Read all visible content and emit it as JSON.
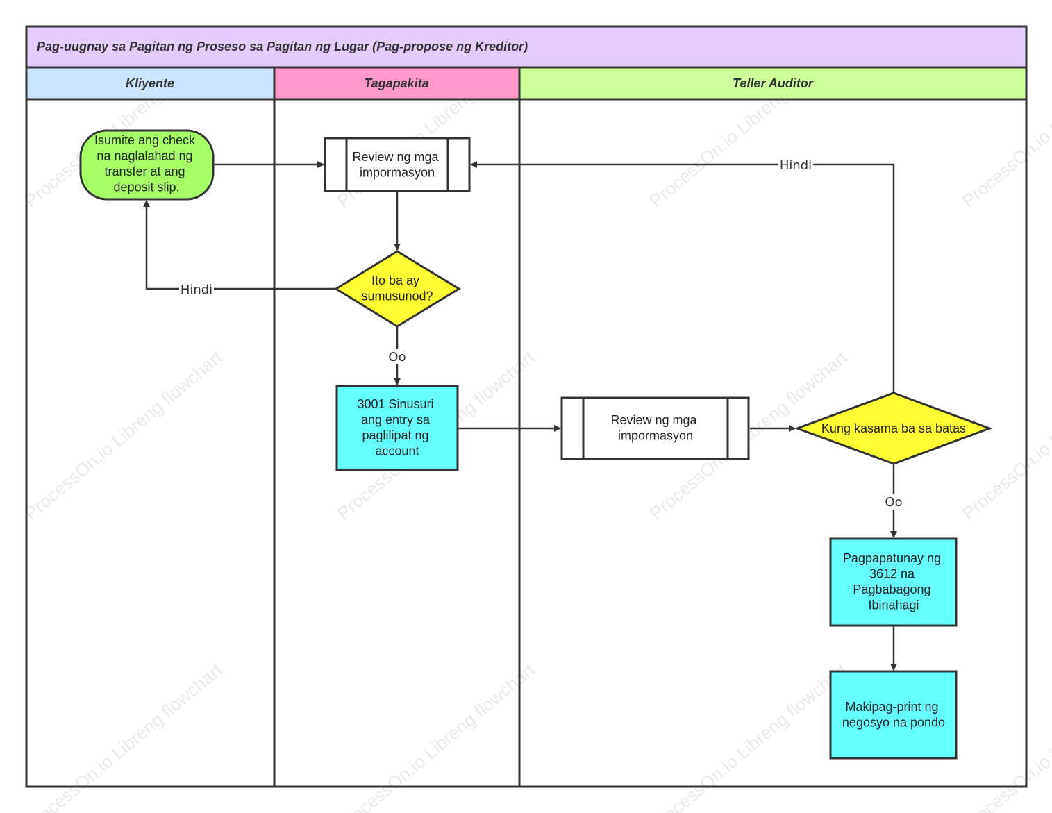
{
  "title": "Pag-uugnay sa Pagitan ng Proseso sa Pagitan ng Lugar (Pag-propose ng Kreditor)",
  "lanes": [
    {
      "label": "Kliyente",
      "color": "#cce5ff"
    },
    {
      "label": "Tagapakita",
      "color": "#ff99cc"
    },
    {
      "label": "Teller Auditor",
      "color": "#ccff99"
    }
  ],
  "colors": {
    "title_bg": "#e5ccff",
    "terminal": "#a6ff66",
    "decision": "#ffff33",
    "process": "#66ffff",
    "subprocess": "#ffffff",
    "line": "#333333"
  },
  "nodes": {
    "submit": {
      "lines": [
        "Isumite ang check",
        "na naglalahad ng",
        "transfer at ang",
        "deposit slip."
      ]
    },
    "review1": {
      "lines": [
        "Review ng mga",
        "impormasyon"
      ]
    },
    "decision1": {
      "lines": [
        "Ito ba ay",
        "sumusunod?"
      ]
    },
    "process3001": {
      "lines": [
        "3001 Sinusuri",
        "ang entry sa",
        "paglilipat ng",
        "account"
      ]
    },
    "review2": {
      "lines": [
        "Review ng mga",
        "impormasyon"
      ]
    },
    "decision2": {
      "lines": [
        "Kung kasama ba sa batas"
      ]
    },
    "process3612": {
      "lines": [
        "Pagpapatunay ng",
        "3612 na",
        "Pagbabagong",
        "Ibinahagi"
      ]
    },
    "print": {
      "lines": [
        "Makipag-print ng",
        "negosyo na pondo"
      ]
    }
  },
  "edge_labels": {
    "d1_no": "Hindi",
    "d1_yes": "Oo",
    "d2_no": "Hindi",
    "d2_yes": "Oo"
  },
  "watermark": "ProcessOn.io Libreng flowchart"
}
